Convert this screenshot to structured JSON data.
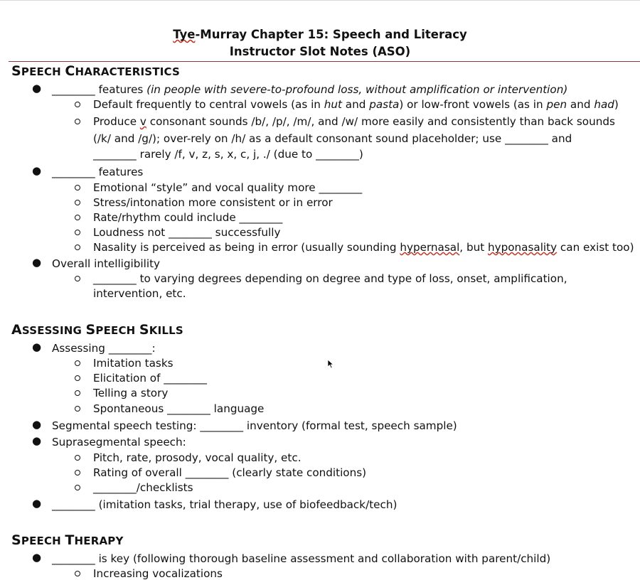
{
  "document": {
    "title_line1_prefix": "Tye",
    "title_line1_rest": "-Murray Chapter 15: Speech and Literacy",
    "title_line2": "Instructor Slot Notes (ASO)"
  },
  "sections": {
    "speech_characteristics": {
      "heading_caps": [
        "S",
        "PEECH ",
        "C",
        "HARACTERISTICS"
      ],
      "b1_a": "________ features ",
      "b1_b": "(in people with severe-to-profound loss, without amplification or intervention)",
      "b1_s1_a": "Default frequently to central vowels (as in ",
      "b1_s1_b": "hut",
      "b1_s1_c": " and ",
      "b1_s1_d": "pasta",
      "b1_s1_e": ") or low-front vowels (as in ",
      "b1_s1_f": "pen",
      "b1_s1_g": " and ",
      "b1_s1_h": "had",
      "b1_s1_i": ")",
      "b1_s2_l1_a": "Produce ",
      "b1_s2_l1_b": "v",
      "b1_s2_l1_c": " consonant sounds /b/, /p/, /m/, and /w/ more easily and consistently than back sounds",
      "b1_s2_l2": "(/k/ and /g/); over-rely on /h/ as a default consonant sound placeholder; use ________ and",
      "b1_s2_l3": "________ rarely /f, v, z, s, x, c, j, ./ (due to ________)",
      "b2": "________ features",
      "b2_s1": "Emotional “style” and vocal quality more ________",
      "b2_s2": "Stress/intonation more consistent or in error",
      "b2_s3": "Rate/rhythm could include ________",
      "b2_s4": "Loudness not ________ successfully",
      "b2_s5_a": "Nasality is perceived as being in error (usually sounding ",
      "b2_s5_b": "hypernasal",
      "b2_s5_c": ", but ",
      "b2_s5_d": "hyponasality",
      "b2_s5_e": " can exist too)",
      "b3": "Overall intelligibility",
      "b3_s1_l1": "________ to varying degrees depending on degree and type of loss, onset, amplification,",
      "b3_s1_l2": "intervention, etc."
    },
    "assessing": {
      "heading_caps": [
        "A",
        "SSESSING ",
        "S",
        "PEECH ",
        "S",
        "KILLS"
      ],
      "b1": "Assessing ________:",
      "b1_s1": "Imitation tasks",
      "b1_s2": "Elicitation of ________",
      "b1_s3": "Telling a story",
      "b1_s4": "Spontaneous ________ language",
      "b2": "Segmental speech testing: ________ inventory (formal test, speech sample)",
      "b3": "Suprasegmental speech:",
      "b3_s1": "Pitch, rate, prosody, vocal quality, etc.",
      "b3_s2": "Rating of overall ________ (clearly state conditions)",
      "b3_s3": "________/checklists",
      "b4": "________ (imitation tasks, trial therapy, use of biofeedback/tech)"
    },
    "therapy": {
      "heading_caps": [
        "S",
        "PEECH ",
        "T",
        "HERAPY"
      ],
      "b1": "________ is key (following thorough baseline assessment and collaboration with parent/child)",
      "b1_s1": "Increasing vocalizations"
    }
  },
  "colors": {
    "rule": "#8a3a3a",
    "squiggle": "#c0392b",
    "text": "#111111"
  },
  "icons": {
    "bullet": "filled-dot",
    "sub_bullet": "hollow-circle",
    "cursor": "mouse-pointer-icon"
  }
}
